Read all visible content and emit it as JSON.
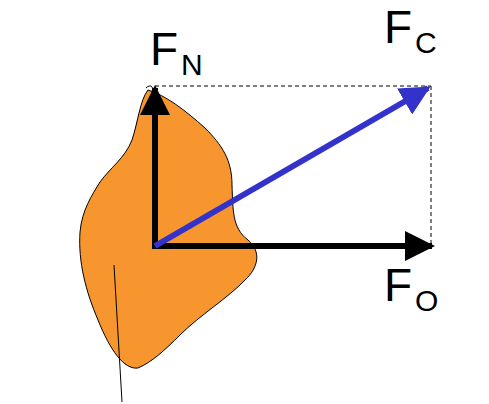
{
  "diagram": {
    "labels": [
      "F",
      "N",
      "F",
      "C",
      "F",
      "O"
    ]
  }
}
